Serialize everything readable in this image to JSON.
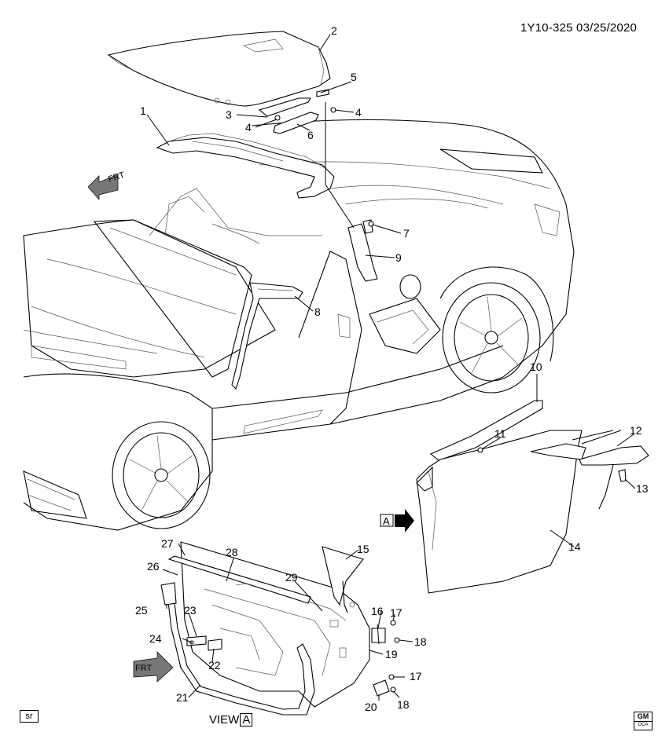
{
  "header": {
    "code": "1Y10-325",
    "date": "03/25/2020"
  },
  "footer": {
    "sr": "sr",
    "view_text": "VIEW",
    "view_letter": "A",
    "logo_text": "GM",
    "logo_sub": "OCA"
  },
  "frt_label": "FRT",
  "view_marker": "A",
  "callouts": {
    "c1": "1",
    "c2": "2",
    "c3": "3",
    "c4a": "4",
    "c4b": "4",
    "c5": "5",
    "c6": "6",
    "c7": "7",
    "c8": "8",
    "c9": "9",
    "c10": "10",
    "c11": "11",
    "c12": "12",
    "c13": "13",
    "c14": "14",
    "c15": "15",
    "c16": "16",
    "c17a": "17",
    "c17b": "17",
    "c18a": "18",
    "c18b": "18",
    "c19": "19",
    "c20": "20",
    "c21": "21",
    "c22": "22",
    "c23": "23",
    "c24": "24",
    "c25": "25",
    "c26": "26",
    "c27": "27",
    "c28": "28",
    "c29": "29"
  }
}
